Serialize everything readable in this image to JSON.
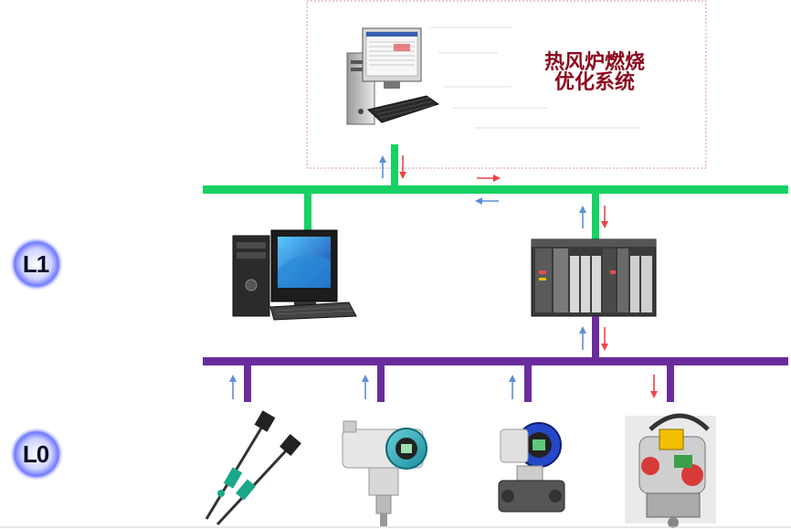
{
  "system_box": {
    "title_lines": [
      "热风炉燃烧",
      "优化系统"
    ]
  },
  "levels": [
    {
      "label": "L1"
    },
    {
      "label": "L0"
    }
  ],
  "colors": {
    "l1_bus": "#16d163",
    "l0_bus": "#6a2c9c",
    "arrow_up": "#5b8fd6",
    "arrow_down": "#ee4444",
    "title": "#8b0a1e",
    "dashed_box": "#d99a9a"
  },
  "devices": {
    "optimization_workstation": "desktop-computer-icon",
    "operator_pc": "desktop-computer-icon",
    "plc_rack": "plc-rack-icon",
    "thermocouple_sensors": "thermocouple-icon",
    "pressure_transmitter": "pressure-transmitter-icon",
    "differential_pressure_transmitter": "dp-transmitter-icon",
    "valve_actuator": "valve-actuator-icon"
  }
}
